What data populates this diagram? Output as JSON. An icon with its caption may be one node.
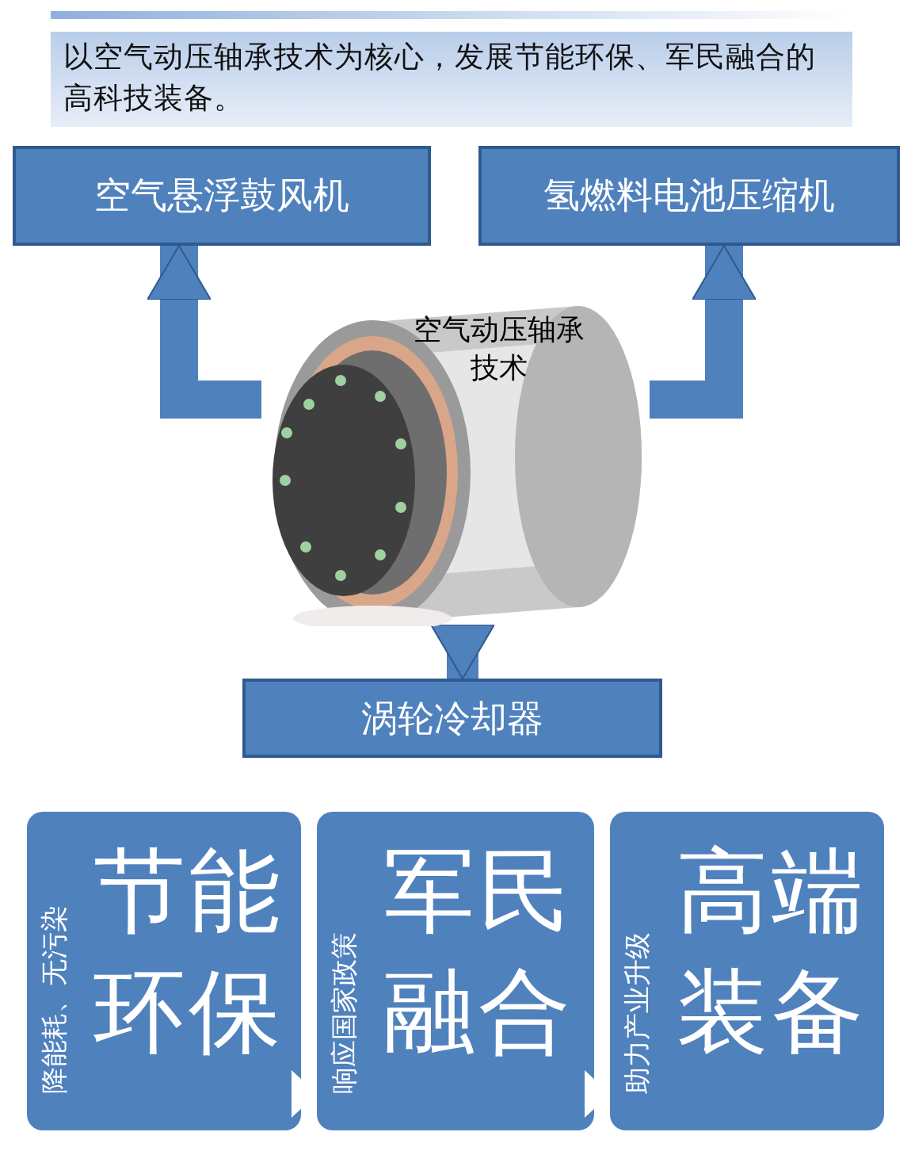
{
  "diagram": {
    "nodes": [
      {
        "text": [
          "以空气动压轴承技术为核心，发展节能环保、军民融合的高科技装备。"
        ]
      },
      {
        "text": [
          "空气悬浮鼓风机"
        ]
      },
      {
        "text": [
          "氢燃料电池压缩机"
        ]
      },
      {
        "text": [
          "空气动压轴承技术"
        ]
      },
      {
        "text": [
          "涡轮冷却器"
        ]
      },
      {
        "text": [
          "降能耗、无污染",
          "节能环保"
        ]
      },
      {
        "text": [
          "响应国家政策",
          "军民融合"
        ]
      },
      {
        "text": [
          "助力产业升级",
          "高端装备"
        ]
      }
    ],
    "edges": [
      {
        "from": 3,
        "to": 1,
        "arrow": "to"
      },
      {
        "from": 3,
        "to": 2,
        "arrow": "to"
      },
      {
        "from": 3,
        "to": 4,
        "arrow": "to"
      },
      {
        "from": 5,
        "to": 6,
        "arrow": "to",
        "color": "#ffffff"
      },
      {
        "from": 6,
        "to": 7,
        "arrow": "to",
        "color": "#ffffff"
      }
    ]
  }
}
